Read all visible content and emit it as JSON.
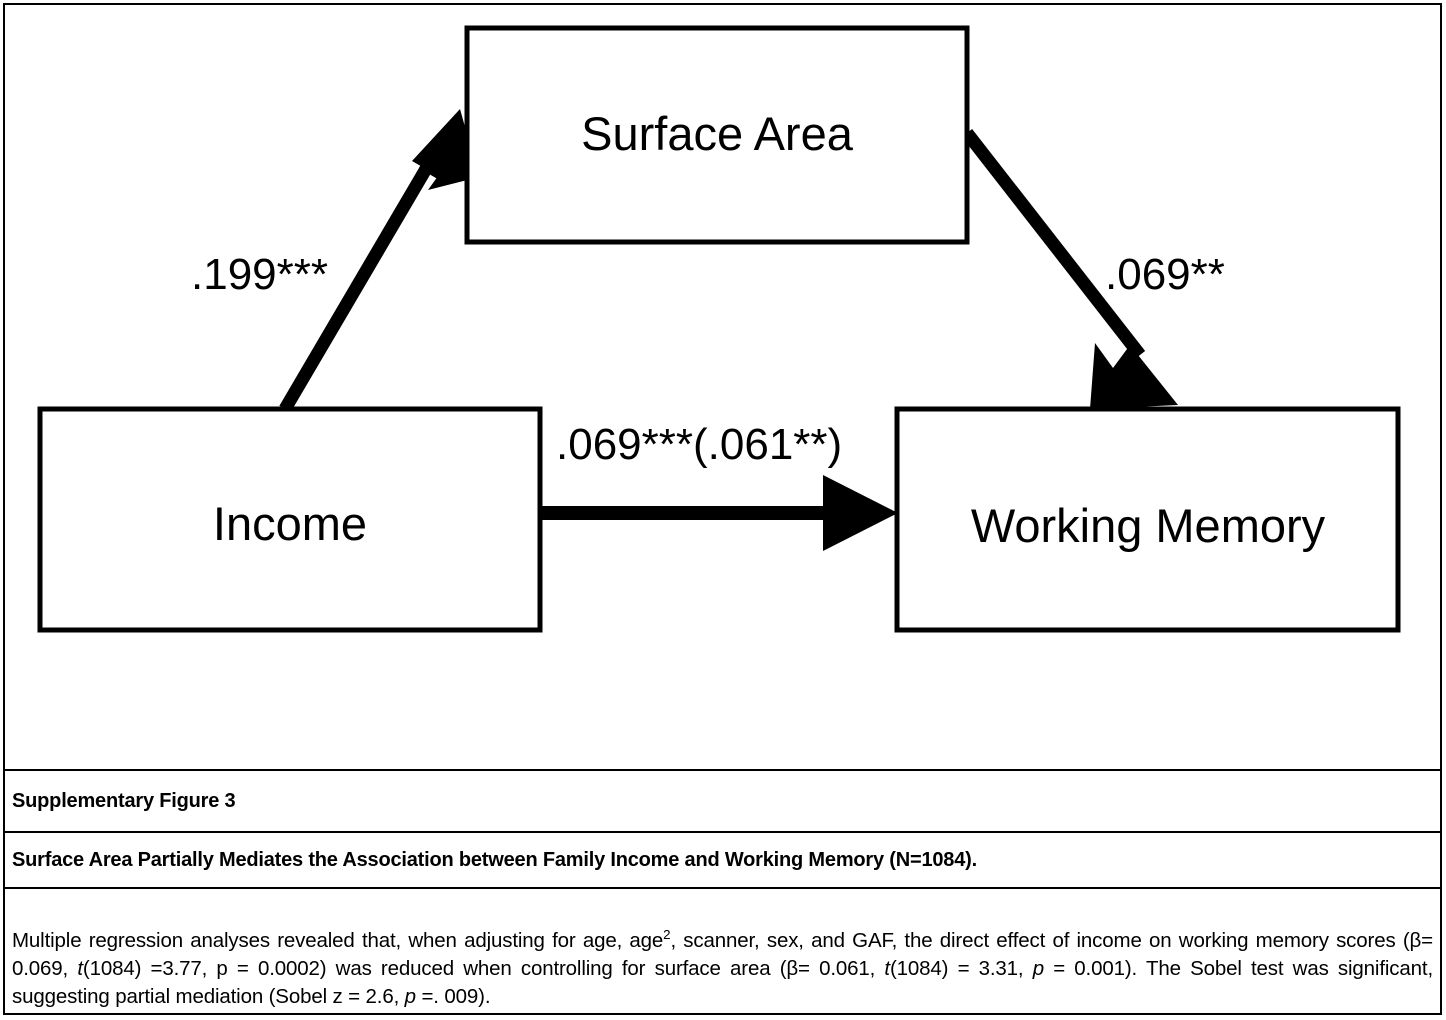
{
  "figure": {
    "nodes": [
      {
        "id": "surface-area",
        "label": "Surface Area"
      },
      {
        "id": "income",
        "label": "Income"
      },
      {
        "id": "working-memory",
        "label": "Working Memory"
      }
    ],
    "paths": [
      {
        "id": "income-to-surface-area",
        "label": ".199***"
      },
      {
        "id": "surface-area-to-working-memory",
        "label": ".069**"
      },
      {
        "id": "income-to-working-memory",
        "label": ".069***(.061**)"
      }
    ]
  },
  "caption": {
    "figure_number": "Supplementary Figure 3",
    "title": "Surface Area Partially Mediates the Association between Family Income and Working Memory (N=1084).",
    "body": {
      "s1": "Multiple regression analyses revealed that, when adjusting for age, age",
      "sup1": "2",
      "s2": ", scanner, sex, and GAF, the direct effect of income on working memory scores (β= 0.069, ",
      "t1": "t",
      "s3": "(1084) =3.77, p = 0.0002) was reduced when controlling for surface area (β= 0.061, ",
      "t2": "t",
      "s4": "(1084) = 3.31, ",
      "p1": "p",
      "s5": " = 0.001). The Sobel test was significant, suggesting partial mediation (Sobel z = 2.6, ",
      "p2": "p",
      "s6": " =. 009)."
    }
  },
  "chart_data": {
    "type": "diagram",
    "title": "Surface Area Partially Mediates the Association between Family Income and Working Memory (N=1084).",
    "nodes": [
      "Income",
      "Surface Area",
      "Working Memory"
    ],
    "edges": [
      {
        "from": "Income",
        "to": "Surface Area",
        "coefficient": 0.199,
        "significance": "***",
        "label": ".199***"
      },
      {
        "from": "Surface Area",
        "to": "Working Memory",
        "coefficient": 0.069,
        "significance": "**",
        "label": ".069**"
      },
      {
        "from": "Income",
        "to": "Working Memory",
        "coefficient": 0.069,
        "significance": "***",
        "controlled_coefficient": 0.061,
        "controlled_significance": "**",
        "label": ".069***(.061**)"
      }
    ],
    "statistics": {
      "N": 1084,
      "direct_beta": 0.069,
      "direct_t": 3.77,
      "direct_p": 0.0002,
      "controlled_beta": 0.061,
      "controlled_t": 3.31,
      "controlled_p": 0.001,
      "sobel_z": 2.6,
      "sobel_p": 0.009
    }
  }
}
